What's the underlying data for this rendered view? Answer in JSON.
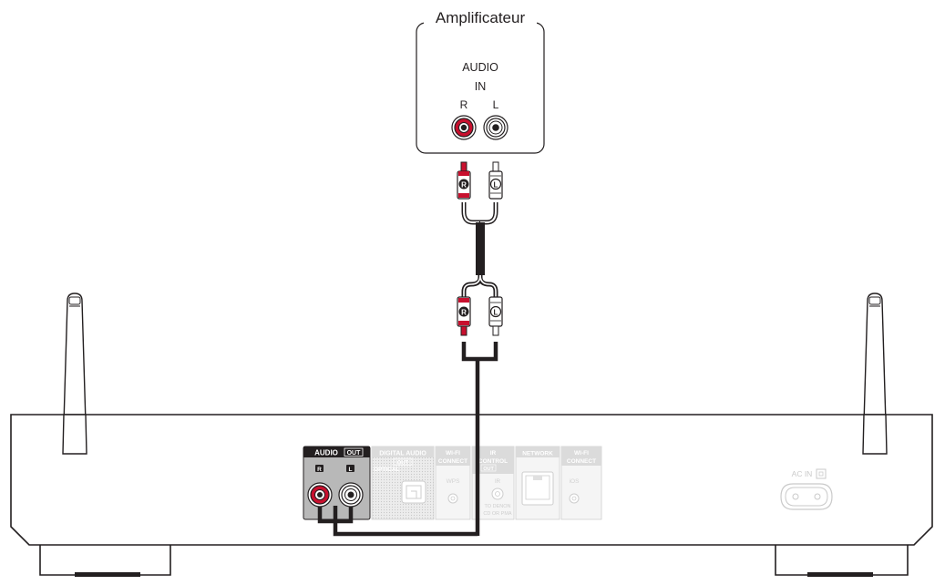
{
  "amplifier": {
    "title": "Amplificateur",
    "input_label_line1": "AUDIO",
    "input_label_line2": "IN",
    "channel_r": "R",
    "channel_l": "L"
  },
  "cable": {
    "plug_r_letter": "R",
    "plug_l_letter": "L"
  },
  "device": {
    "audio_out_label": "AUDIO",
    "audio_out_tag": "OUT",
    "jack_r_letter": "R",
    "jack_l_letter": "L",
    "digital_audio_line1": "DIGITAL AUDIO",
    "digital_audio_tag": "OUT",
    "digital_audio_line2": "OPTICAL",
    "wifi_connect_1_line1": "WI-FI",
    "wifi_connect_1_line2": "CONNECT",
    "wps_label": "WPS",
    "ir_control_line1": "IR",
    "ir_control_line2": "CONTROL",
    "ir_control_tag": "OUT",
    "ir_jack_label": "IR",
    "ir_sub_line1": "TO DENON",
    "ir_sub_line2": "CD OR PMA",
    "network_label": "NETWORK",
    "wifi_connect_2_line1": "WI-FI",
    "wifi_connect_2_line2": "CONNECT",
    "ios_label": "iOS",
    "ac_in_label": "AC IN"
  },
  "colors": {
    "line": "#231f20",
    "red": "#c8102e",
    "panel_gray": "#cfcfcf",
    "panel_dark": "#3a3a3a",
    "faded_text": "#ffffff"
  }
}
